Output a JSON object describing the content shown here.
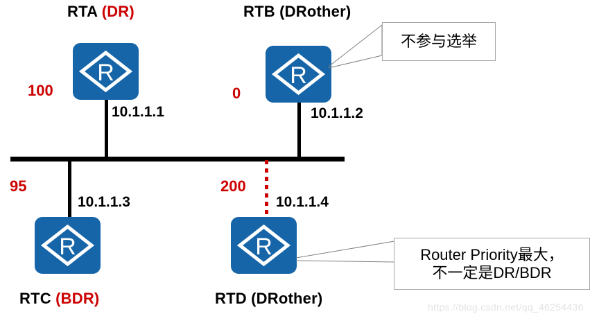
{
  "diagram": {
    "title_note": "OSPF DR/BDR election topology on a broadcast segment",
    "colors": {
      "router_fill": "#1565a8",
      "accent_red": "#cc0000",
      "wire_black": "#000000",
      "callout_border": "#a6a6a6",
      "watermark": "#e3e3e3"
    },
    "routers": [
      {
        "id": "rta",
        "name": "RTA",
        "role": "(DR)",
        "role_is_red": true,
        "priority": "100",
        "ip": "10.1.1.1",
        "icon": "router-icon",
        "link_style": "solid"
      },
      {
        "id": "rtb",
        "name": "RTB",
        "role": "(DRother)",
        "role_is_red": false,
        "priority": "0",
        "ip": "10.1.1.2",
        "icon": "router-icon",
        "link_style": "solid"
      },
      {
        "id": "rtc",
        "name": "RTC",
        "role": "(BDR)",
        "role_is_red": true,
        "priority": "95",
        "ip": "10.1.1.3",
        "icon": "router-icon",
        "link_style": "solid"
      },
      {
        "id": "rtd",
        "name": "RTD",
        "role": "(DRother)",
        "role_is_red": false,
        "priority": "200",
        "ip": "10.1.1.4",
        "icon": "router-icon",
        "link_style": "dotted-red"
      }
    ],
    "callouts": [
      {
        "id": "rtb-callout",
        "target": "RTB",
        "lines": [
          "不参与选举"
        ]
      },
      {
        "id": "rtd-callout",
        "target": "RTD",
        "lines": [
          "Router Priority最大，",
          "不一定是DR/BDR"
        ]
      }
    ],
    "watermark": "https://blog.csdn.net/qq_46254436"
  }
}
